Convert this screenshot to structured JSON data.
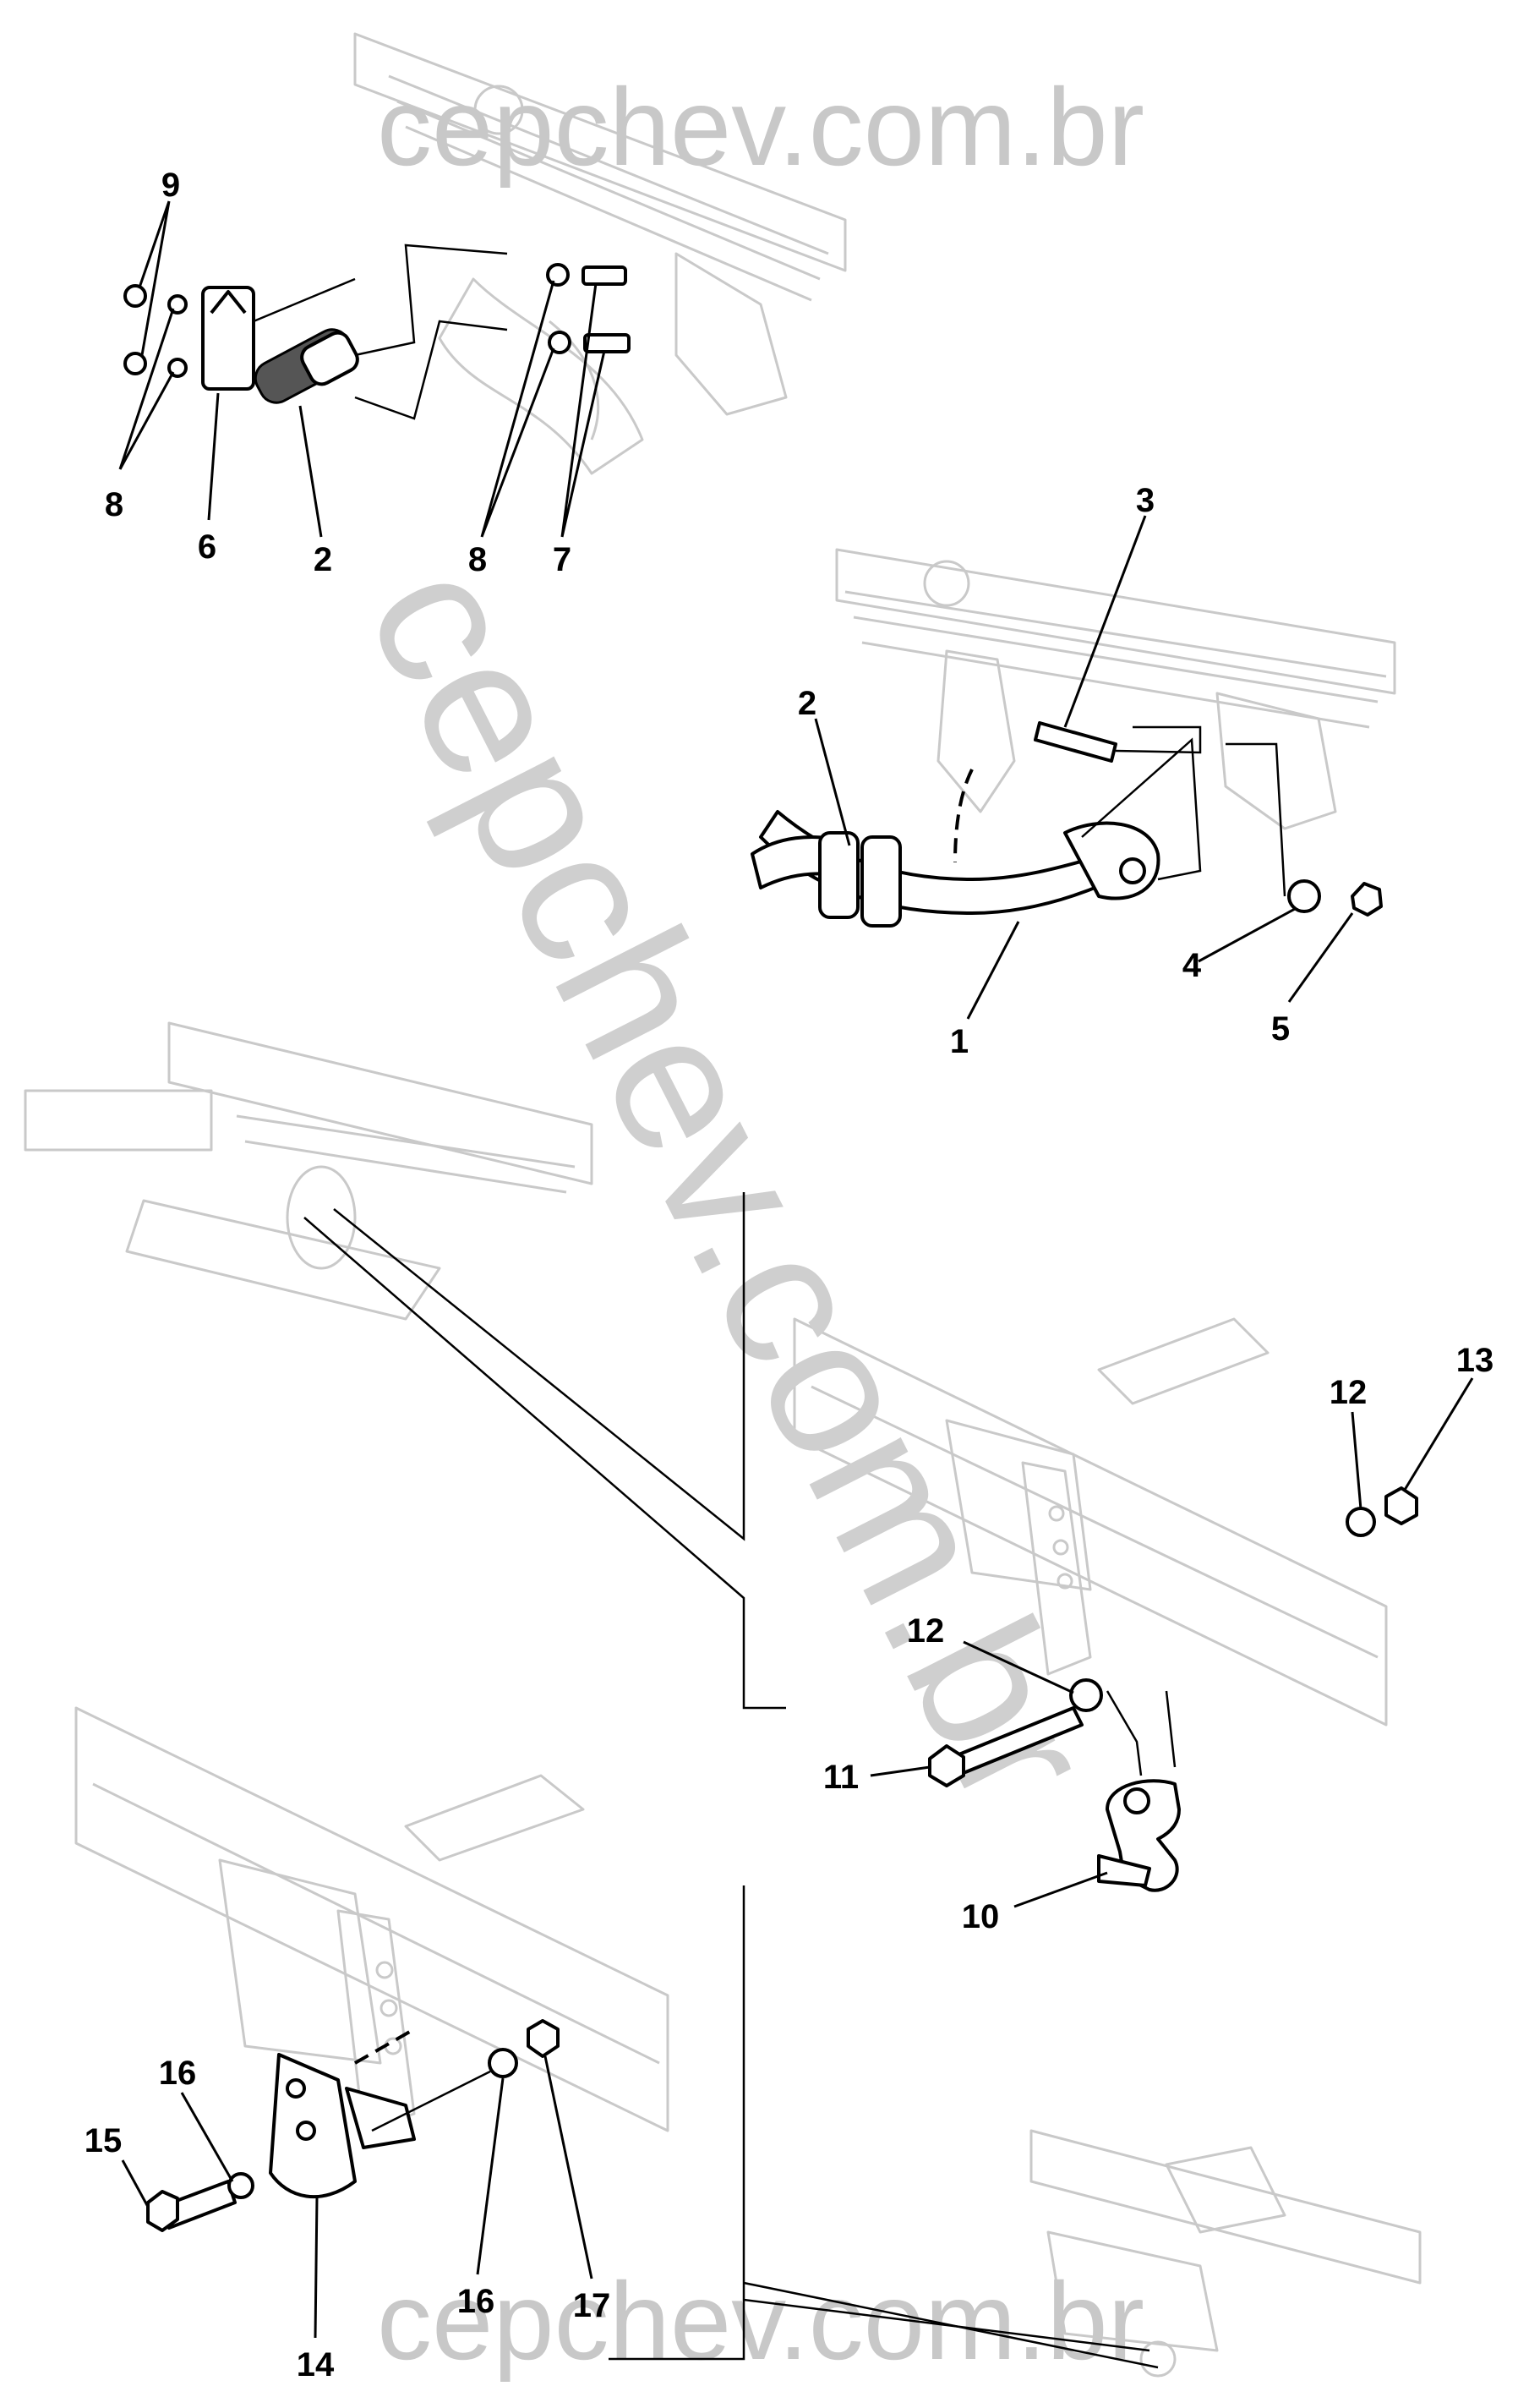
{
  "watermarks": {
    "top": "cepchev.com.br",
    "diagonal": "cepchev.com.br",
    "bottom": "cepchev.com.br"
  },
  "callouts": [
    {
      "id": "c9",
      "label": "9"
    },
    {
      "id": "c8a",
      "label": "8"
    },
    {
      "id": "c6",
      "label": "6"
    },
    {
      "id": "c2a",
      "label": "2"
    },
    {
      "id": "c8b",
      "label": "8"
    },
    {
      "id": "c7",
      "label": "7"
    },
    {
      "id": "c3",
      "label": "3"
    },
    {
      "id": "c2b",
      "label": "2"
    },
    {
      "id": "c1",
      "label": "1"
    },
    {
      "id": "c4",
      "label": "4"
    },
    {
      "id": "c5",
      "label": "5"
    },
    {
      "id": "c12a",
      "label": "12"
    },
    {
      "id": "c13",
      "label": "13"
    },
    {
      "id": "c12b",
      "label": "12"
    },
    {
      "id": "c11",
      "label": "11"
    },
    {
      "id": "c10",
      "label": "10"
    },
    {
      "id": "c16a",
      "label": "16"
    },
    {
      "id": "c15",
      "label": "15"
    },
    {
      "id": "c16b",
      "label": "16"
    },
    {
      "id": "c17",
      "label": "17"
    },
    {
      "id": "c14",
      "label": "14"
    }
  ]
}
